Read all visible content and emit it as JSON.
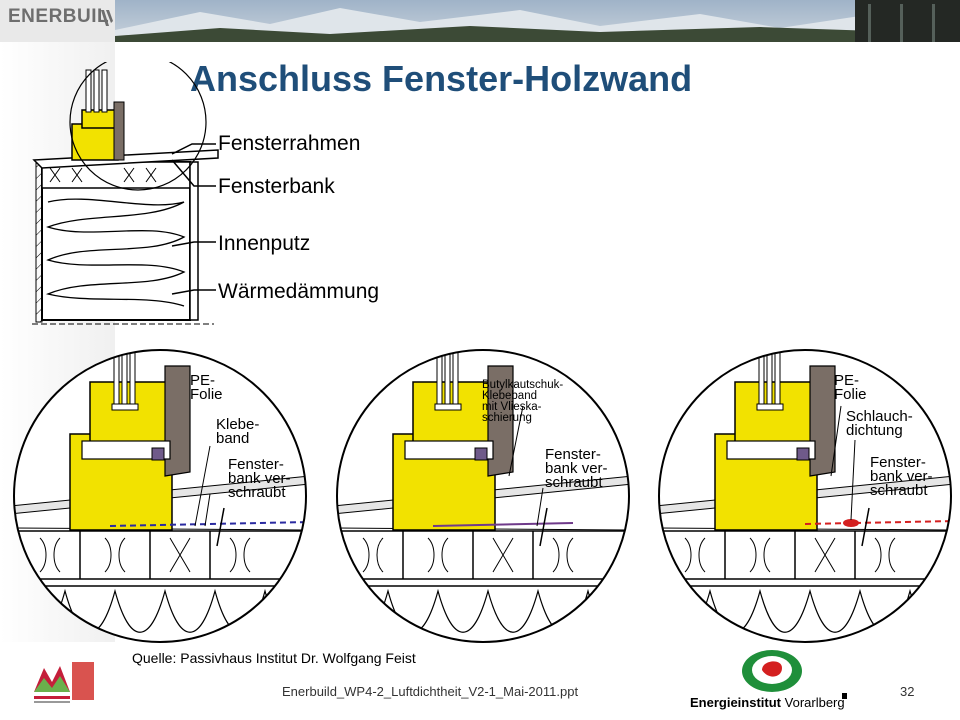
{
  "header": {
    "logo_text": "ENERBUIL",
    "title": "Anschluss Fenster-Holzwand"
  },
  "overview_labels": {
    "frame": "Fensterrahmen",
    "sill": "Fensterbank",
    "plaster": "Innenputz",
    "insulation": "Wärmedämmung"
  },
  "details": [
    {
      "label_a": "PE-\nFolie",
      "label_b": "Klebe-\nband",
      "label_c": "Fenster-\nbank ver-\nschraubt"
    },
    {
      "label_a": "Butylkautschuk-\nKlebeband\nmit Vlieska-\nschierung",
      "label_c": "Fenster-\nbank ver-\nschraubt"
    },
    {
      "label_a": "PE-\nFolie",
      "label_b": "Schlauch-\ndichtung",
      "label_c": "Fenster-\nbank ver-\nschraubt"
    }
  ],
  "source": "Quelle: Passivhaus Institut Dr. Wolfgang Feist",
  "footer": {
    "filename": "Enerbuild_WP4-2_Luftdichtheit_V2-1_Mai-2011.ppt",
    "page": "32",
    "brand_bold": "Energieinstitut",
    "brand_regular": "Vorarlberg"
  },
  "colors": {
    "title": "#1f4e79",
    "wood_frame": "#f2e200",
    "casement": "#7a6e66",
    "seal_red": "#d42020"
  }
}
